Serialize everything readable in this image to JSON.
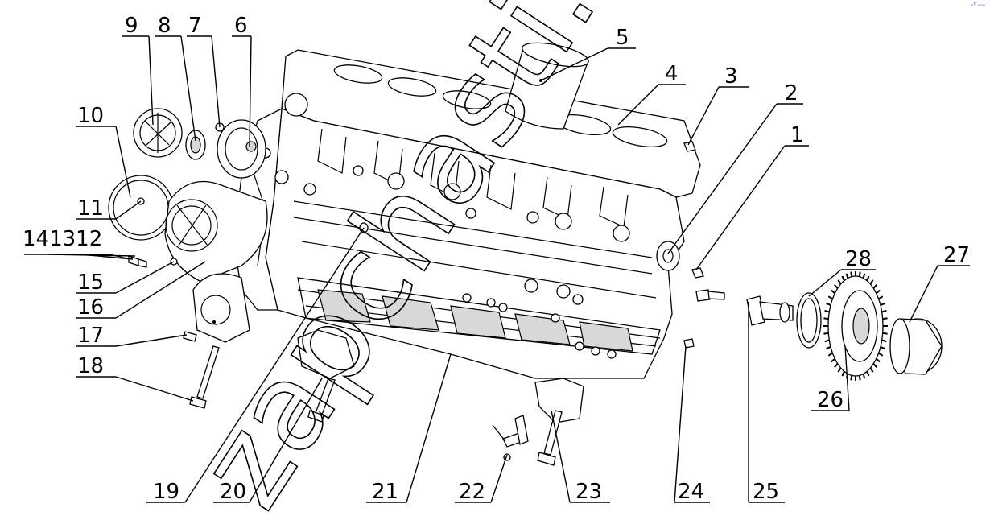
{
  "watermark": "zapchasti.ru",
  "corner_mark": "ₒᴰ ₒₒₒ",
  "callouts": [
    {
      "id": "1",
      "label": "1"
    },
    {
      "id": "2",
      "label": "2"
    },
    {
      "id": "3",
      "label": "3"
    },
    {
      "id": "4",
      "label": "4"
    },
    {
      "id": "5",
      "label": "5"
    },
    {
      "id": "6",
      "label": "6"
    },
    {
      "id": "7",
      "label": "7"
    },
    {
      "id": "8",
      "label": "8"
    },
    {
      "id": "9",
      "label": "9"
    },
    {
      "id": "10",
      "label": "10"
    },
    {
      "id": "11",
      "label": "11"
    },
    {
      "id": "12",
      "label": "141312"
    },
    {
      "id": "15",
      "label": "15"
    },
    {
      "id": "16",
      "label": "16"
    },
    {
      "id": "17",
      "label": "17"
    },
    {
      "id": "18",
      "label": "18"
    },
    {
      "id": "19",
      "label": "19"
    },
    {
      "id": "20",
      "label": "20"
    },
    {
      "id": "21",
      "label": "21"
    },
    {
      "id": "22",
      "label": "22"
    },
    {
      "id": "23",
      "label": "23"
    },
    {
      "id": "24",
      "label": "24"
    },
    {
      "id": "25",
      "label": "25"
    },
    {
      "id": "26",
      "label": "26"
    },
    {
      "id": "27",
      "label": "27"
    },
    {
      "id": "28",
      "label": "28"
    }
  ]
}
